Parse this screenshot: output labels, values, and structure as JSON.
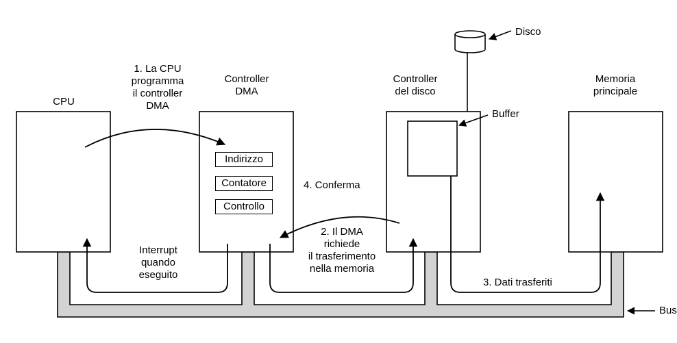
{
  "components": {
    "cpu": "CPU",
    "dma": "Controller\nDMA",
    "disk_controller": "Controller\ndel disco",
    "memory": "Memoria\nprincipale",
    "disk": "Disco",
    "buffer": "Buffer",
    "bus": "Bus"
  },
  "registers": [
    "Indirizzo",
    "Contatore",
    "Controllo"
  ],
  "steps": {
    "step1": "1. La CPU\nprogramma\nil controller\nDMA",
    "step2": "2. Il DMA\nrichiede\nil trasferimento\nnella memoria",
    "step3": "3. Dati trasferiti",
    "step4": "4. Conferma",
    "interrupt": "Interrupt\nquando\neseguito"
  }
}
